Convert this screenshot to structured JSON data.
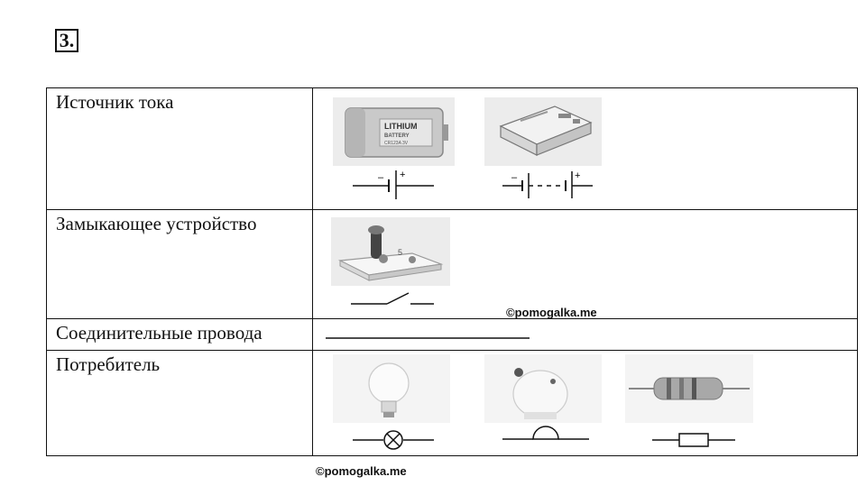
{
  "task": {
    "number": "3."
  },
  "rows": [
    {
      "label": "Источник тока",
      "items": [
        {
          "name": "battery-lithium",
          "icon": "battery-cell-icon",
          "symbol": "cell-symbol",
          "text_line1": "LITHIUM",
          "text_line2": "BATTERY",
          "text_line3": "CR123A  3V"
        },
        {
          "name": "battery-pack",
          "icon": "flat-battery-icon",
          "symbol": "battery-symbol"
        }
      ]
    },
    {
      "label": "Замыкающее устройство",
      "items": [
        {
          "name": "switch",
          "icon": "knife-switch-icon",
          "symbol": "switch-symbol"
        }
      ]
    },
    {
      "label": "Соединительные провода",
      "items": [
        {
          "name": "wire",
          "symbol": "wire-line"
        }
      ]
    },
    {
      "label": "Потребитель",
      "items": [
        {
          "name": "lamp",
          "icon": "light-bulb-icon",
          "symbol": "lamp-symbol"
        },
        {
          "name": "bell",
          "icon": "electric-bell-icon",
          "symbol": "bell-symbol"
        },
        {
          "name": "resistor",
          "icon": "resistor-icon",
          "symbol": "resistor-symbol"
        }
      ]
    }
  ],
  "watermarks": {
    "inner": "©pomogalka.me",
    "bottom": "©pomogalka.me"
  },
  "colors": {
    "line": "#111111",
    "photo_bg": "#ececec"
  }
}
